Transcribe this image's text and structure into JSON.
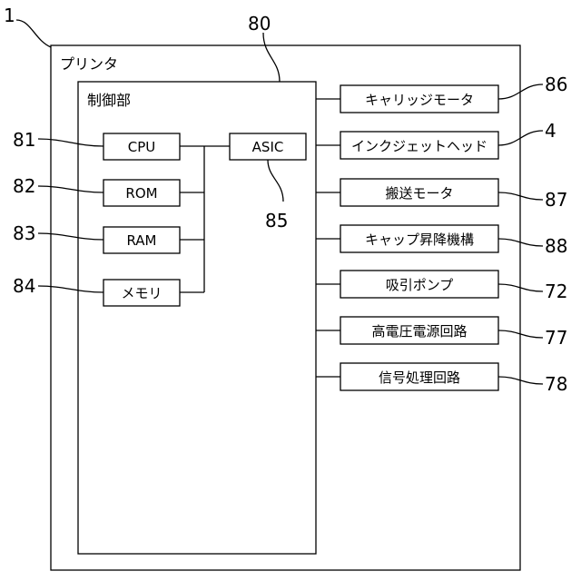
{
  "printer": {
    "ref": "1",
    "label": "プリンタ"
  },
  "controller": {
    "ref": "80",
    "label": "制御部",
    "cpu": {
      "ref": "81",
      "label": "CPU"
    },
    "rom": {
      "ref": "82",
      "label": "ROM"
    },
    "ram": {
      "ref": "83",
      "label": "RAM"
    },
    "memory": {
      "ref": "84",
      "label": "メモリ"
    },
    "asic": {
      "ref": "85",
      "label": "ASIC"
    }
  },
  "devices": [
    {
      "ref": "86",
      "label": "キャリッジモータ"
    },
    {
      "ref": "4",
      "label": "インクジェットヘッド"
    },
    {
      "ref": "87",
      "label": "搬送モータ"
    },
    {
      "ref": "88",
      "label": "キャップ昇降機構"
    },
    {
      "ref": "72",
      "label": "吸引ポンプ"
    },
    {
      "ref": "77",
      "label": "高電圧電源回路"
    },
    {
      "ref": "78",
      "label": "信号処理回路"
    }
  ]
}
